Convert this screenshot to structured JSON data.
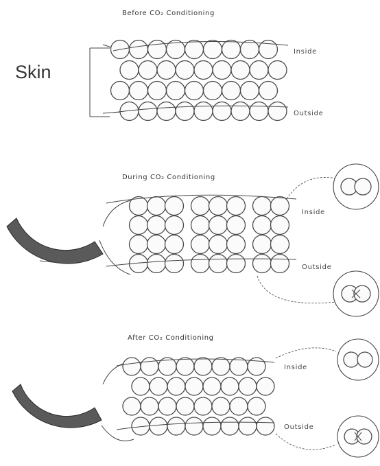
{
  "panels": [
    {
      "id": "before",
      "title": "Before CO₂ Conditioning",
      "side_label": "Skin",
      "inside_label": "Inside",
      "outside_label": "Outside"
    },
    {
      "id": "during",
      "title": "During CO₂ Conditioning",
      "inside_label": "Inside",
      "outside_label": "Outside"
    },
    {
      "id": "after",
      "title": "After CO₂ Conditioning",
      "inside_label": "Inside",
      "outside_label": "Outside"
    }
  ]
}
